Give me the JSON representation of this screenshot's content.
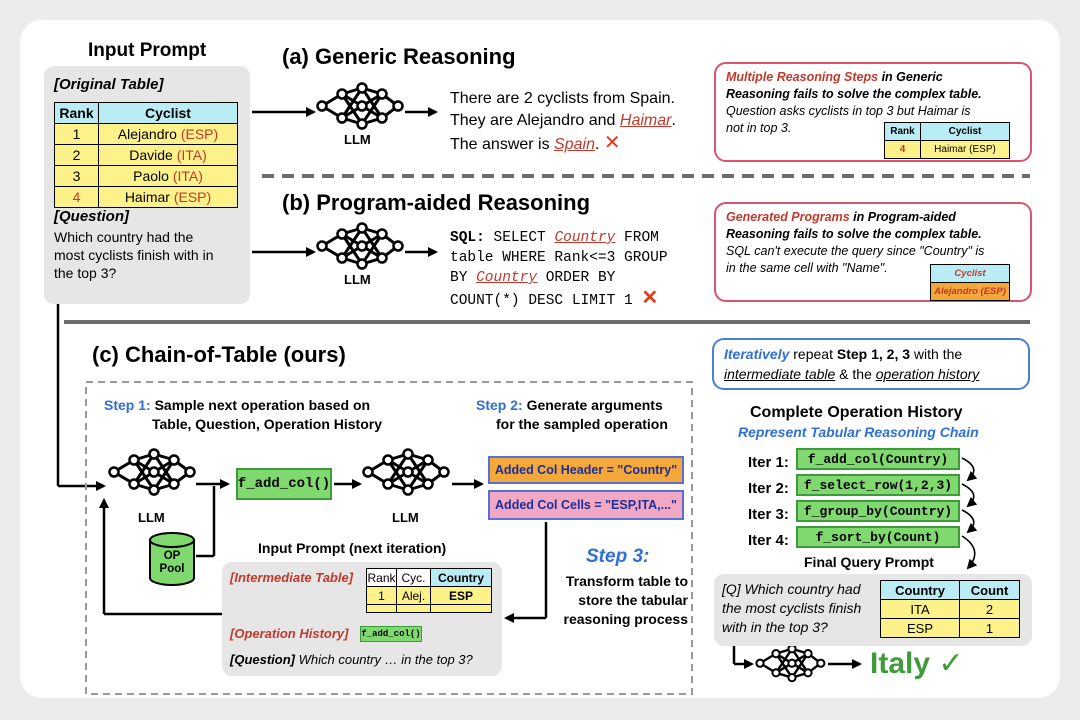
{
  "input_prompt": {
    "title": "Input Prompt",
    "original_table_label": "[Original Table]",
    "table_header": [
      "Rank",
      "Cyclist"
    ],
    "rows": [
      {
        "rank": "1",
        "name": "Alejandro",
        "country": "(ESP)"
      },
      {
        "rank": "2",
        "name": "Davide",
        "country": "(ITA)"
      },
      {
        "rank": "3",
        "name": "Paolo",
        "country": "(ITA)"
      },
      {
        "rank": "4",
        "name": "Haimar",
        "country": "(ESP)"
      }
    ],
    "question_label": "[Question]",
    "question_lines": [
      "Which country had the",
      "most cyclists finish with in",
      "the top 3?"
    ]
  },
  "generic": {
    "title": "(a) Generic Reasoning",
    "llm_label": "LLM",
    "answer_line1": "There are 2 cyclists from Spain.",
    "answer_line2_pre": "They are Alejandro and ",
    "answer_line2_name": "Haimar",
    "answer_line2_post": ".",
    "answer_line3_pre": "The answer is ",
    "answer_line3_value": "Spain",
    "answer_line3_post": ".",
    "x_mark": "✕",
    "callout": {
      "line1_red": "Multiple Reasoning Steps",
      "line1_rest": " in Generic",
      "line2": "Reasoning fails to solve the complex table.",
      "line3": "Question asks cyclists in top 3 but Haimar is",
      "line4": "not in top 3.",
      "mini_header": [
        "Rank",
        "Cyclist"
      ],
      "mini_rank": "4",
      "mini_cyclist": "Haimar (ESP)"
    }
  },
  "program": {
    "title": "(b) Program-aided Reasoning",
    "llm_label": "LLM",
    "sql_label": "SQL:",
    "sql_line1_pre": " SELECT ",
    "sql_line1_col": "Country",
    "sql_line1_post": " FROM",
    "sql_line2": "table WHERE Rank<=3 GROUP",
    "sql_line3_pre": "BY ",
    "sql_line3_col": "Country",
    "sql_line3_post": " ORDER BY",
    "sql_line4": "COUNT(*) DESC LIMIT 1",
    "x_mark": "✕",
    "callout": {
      "line1_red": "Generated Programs",
      "line1_rest": " in Program-aided",
      "line2": "Reasoning fails to solve the complex table.",
      "line3": "SQL can't execute the query since \"Country\" is",
      "line4": "in the same cell with \"Name\".",
      "mini_header": "Cyclist",
      "mini_value": "Alejandro (ESP)"
    }
  },
  "chain": {
    "title": "(c) Chain-of-Table (ours)",
    "iter_callout": {
      "word1": "Iteratively",
      "mid1": " repeat ",
      "steps": "Step 1, 2, 3",
      "mid2": " with the",
      "phrase1": "intermediate table",
      "mid3": " & the ",
      "phrase2": "operation history"
    },
    "step1_label": "Step 1:",
    "step1_text1": " Sample next operation based on",
    "step1_text2": "Table, Question, Operation History",
    "step2_label": "Step 2:",
    "step2_text1": " Generate arguments",
    "step2_text2": "for the sampled operation",
    "llm_label": "LLM",
    "op_sampled": "f_add_col()",
    "arg_header": "Added Col Header = \"Country\"",
    "arg_cells": "Added Col Cells = \"ESP,ITA,...\"",
    "op_pool_line1": "OP",
    "op_pool_line2": "Pool",
    "next_prompt_title": "Input Prompt (next iteration)",
    "intermediate_label": "[Intermediate Table]",
    "inter_header": [
      "Rank",
      "Cyc.",
      "Country"
    ],
    "inter_row": [
      "1",
      "Alej.",
      "ESP"
    ],
    "op_history_label": "[Operation History]",
    "op_history_value": "f_add_col()",
    "question_label": "[Question]",
    "question_text": " Which country … in the top 3?",
    "step3_label": "Step 3:",
    "step3_lines": [
      "Transform table to",
      "store the tabular",
      "reasoning process"
    ]
  },
  "history": {
    "title": "Complete Operation History",
    "subtitle": "Represent Tabular Reasoning Chain",
    "iters": [
      {
        "label": "Iter 1:",
        "op": "f_add_col(Country)"
      },
      {
        "label": "Iter 2:",
        "op": "f_select_row(1,2,3)"
      },
      {
        "label": "Iter 3:",
        "op": "f_group_by(Country)"
      },
      {
        "label": "Iter 4:",
        "op": "f_sort_by(Count)"
      }
    ],
    "final_title": "Final Query Prompt",
    "final_question_lines": [
      "[Q] Which country had",
      "the most cyclists finish",
      "with in the top 3?"
    ],
    "result_header": [
      "Country",
      "Count"
    ],
    "result_rows": [
      [
        "ITA",
        "2"
      ],
      [
        "ESP",
        "1"
      ]
    ],
    "answer": "Italy",
    "check": "✓"
  },
  "colors": {
    "red_accent": "#c0392b",
    "blue_accent": "#2f6fd6",
    "op_green": "#7fd96e",
    "table_header_cyan": "#b9ecf5",
    "table_row_yellow": "#fdf28a",
    "arg_orange": "#f4a73a",
    "arg_pink": "#f2a7c3",
    "answer_green": "#3f9a3c"
  }
}
